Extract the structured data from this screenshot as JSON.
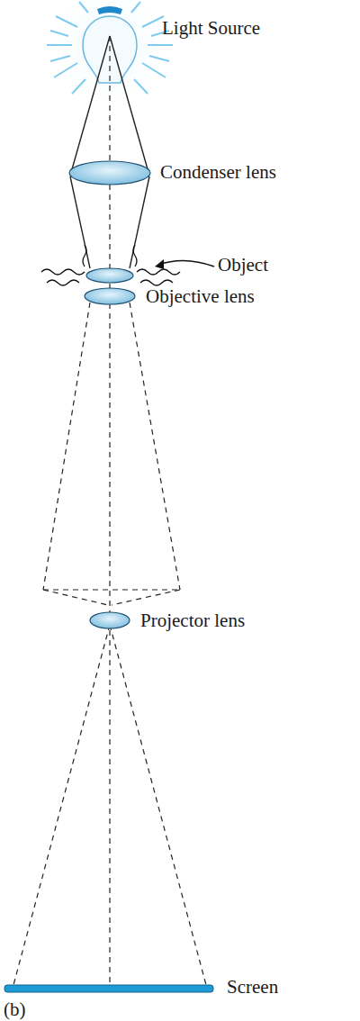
{
  "diagram": {
    "labels": [
      "Light Source",
      "Condenser lens",
      "Object",
      "Objective lens",
      "Projector lens",
      "Screen",
      "(b)"
    ]
  }
}
